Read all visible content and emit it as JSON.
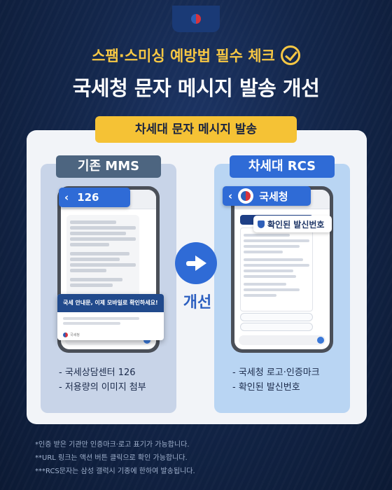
{
  "header": {
    "subtitle": "스팸·스미싱 예방법 필수 체크",
    "title": "국세청 문자 메시지 발송 개선"
  },
  "ribbon_label": "차세대 문자 메시지 발송",
  "left": {
    "tag": "기존 MMS",
    "sender": "126",
    "popup_title": "국세 안내문, 이제 모바일로 확인하세요!",
    "popup_org": "국세청",
    "features": [
      "- 국세상담센터 126",
      "- 저용량의 이미지 첨부"
    ]
  },
  "right": {
    "tag": "차세대 RCS",
    "sender": "국세청",
    "verified_label": "확인된 발신번호",
    "features": [
      "- 국세청 로고·인증마크",
      "- 확인된 발신번호"
    ]
  },
  "improve_label": "개선",
  "notes": [
    "*인증 받은 기관만 인증마크·로고 표기가 가능합니다.",
    "**URL 링크는 액션 버튼 클릭으로 확인 가능합니다.",
    "***RCS문자는 삼성 갤럭시 기종에 한하여 발송됩니다."
  ],
  "colors": {
    "background": "#13264a",
    "accent_yellow": "#f5c235",
    "accent_blue": "#2f6bd6",
    "mms_tag": "#4d6580"
  }
}
